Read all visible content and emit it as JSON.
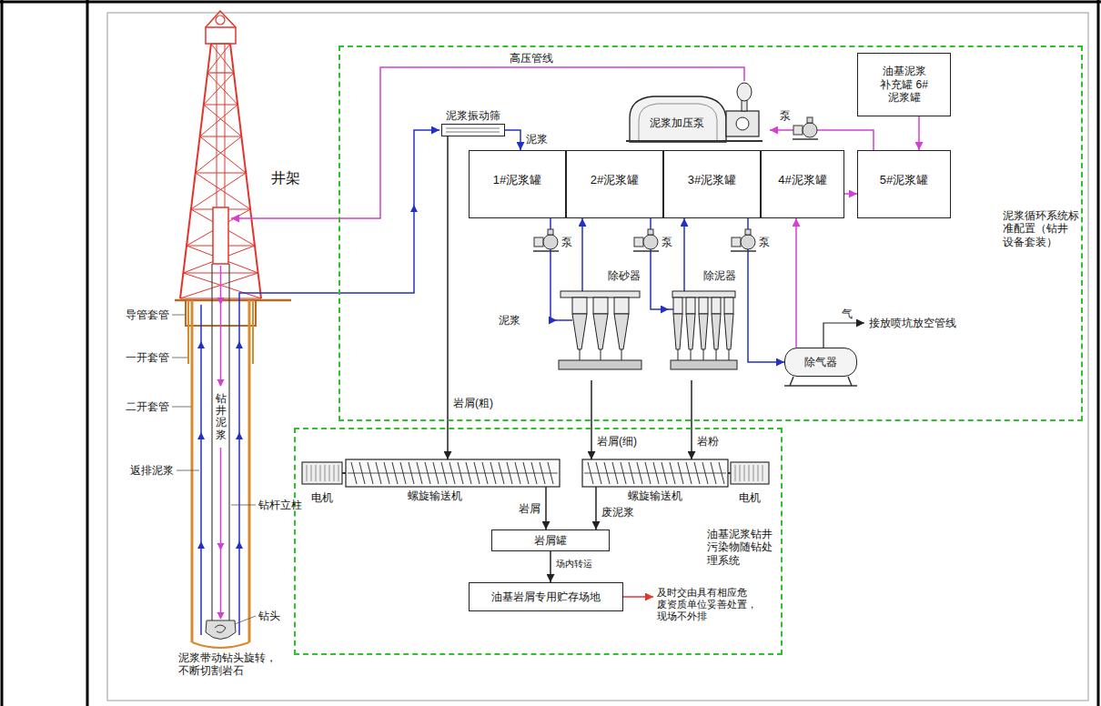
{
  "diagram": {
    "nodes": [
      {
        "text": [
          "泥浆循环系统标 准配置（钻井 设备套装）"
        ]
      },
      {
        "text": [
          "泥浆振动筛"
        ],
        "in": 0
      },
      {
        "text": [
          "泥浆加压泵"
        ],
        "in": 0
      },
      {
        "text": [
          "油基泥浆 补充罐 6#泥浆罐"
        ],
        "in": 0
      },
      {
        "text": [
          "1#泥浆罐"
        ],
        "in": 0
      },
      {
        "text": [
          "2#泥浆罐"
        ],
        "in": 0
      },
      {
        "text": [
          "3#泥浆罐"
        ],
        "in": 0
      },
      {
        "text": [
          "4#泥浆罐"
        ],
        "in": 0
      },
      {
        "text": [
          "5#泥浆罐"
        ],
        "in": 0
      },
      {
        "text": [
          "除砂器"
        ],
        "in": 0
      },
      {
        "text": [
          "除泥器"
        ],
        "in": 0
      },
      {
        "text": [
          "除气器"
        ],
        "in": 0
      },
      {
        "text": [
          "油基泥浆钻井 污染物随钻处 理系统"
        ]
      },
      {
        "text": [
          "螺旋输送机"
        ],
        "in": 12
      },
      {
        "text": [
          "螺旋输送机"
        ],
        "in": 12
      },
      {
        "text": [
          "岩屑罐"
        ],
        "in": 12
      },
      {
        "text": [
          "油基岩屑专用贮存场地"
        ],
        "in": 12
      }
    ],
    "edges": [
      {
        "from": 1,
        "to": 4,
        "arrow": "to",
        "label": "泥浆"
      },
      {
        "from": 4,
        "to": 9,
        "arrow": "to"
      },
      {
        "from": 9,
        "to": 5,
        "arrow": "to"
      },
      {
        "from": 5,
        "to": 10,
        "arrow": "to"
      },
      {
        "from": 10,
        "to": 6,
        "arrow": "to"
      },
      {
        "from": 6,
        "to": 11,
        "arrow": "to"
      },
      {
        "from": 11,
        "to": 7,
        "arrow": "to"
      },
      {
        "from": 7,
        "to": 8,
        "arrow": "to"
      },
      {
        "from": 3,
        "to": 8,
        "arrow": "to"
      },
      {
        "from": 8,
        "to": 2,
        "arrow": "to"
      },
      {
        "from": 1,
        "to": 13,
        "arrow": "to",
        "label": "岩屑(粗)"
      },
      {
        "from": 9,
        "to": 14,
        "arrow": "to",
        "label": "岩屑(细)"
      },
      {
        "from": 10,
        "to": 14,
        "arrow": "to",
        "label": "岩粉"
      },
      {
        "from": 13,
        "to": 15,
        "arrow": "to",
        "label": "岩屑"
      },
      {
        "from": 14,
        "to": 15,
        "arrow": "to",
        "label": "废泥浆"
      },
      {
        "from": 15,
        "to": 16,
        "arrow": "to",
        "label": "场内转运"
      }
    ],
    "labels": [
      "井架",
      "高压管线",
      "泵",
      "泵",
      "泵",
      "泵",
      "泥浆",
      "气",
      "接放喷坑放空管线",
      "导管套管",
      "一开套管",
      "二开套管",
      "钻井泥浆",
      "返排泥浆",
      "钻杆立柱",
      "钻头",
      "泥浆带动钻头旋转， 不断切割岩石",
      "电机",
      "电机",
      "及时交由具有相应危 废资质单位妥善处置， 现场不外排"
    ]
  }
}
